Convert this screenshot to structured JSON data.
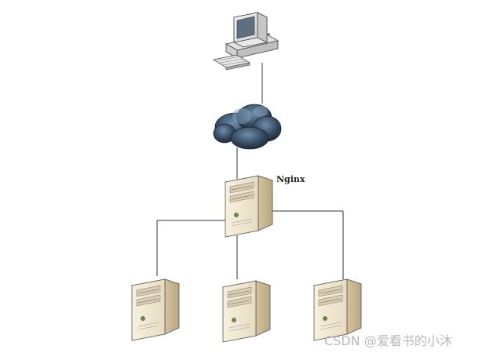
{
  "diagram": {
    "nodes": [
      {
        "id": "client",
        "icon": "desktop-computer-icon"
      },
      {
        "id": "internet",
        "icon": "cloud-icon"
      },
      {
        "id": "nginx",
        "icon": "server-tower-icon",
        "label": "Nginx"
      },
      {
        "id": "server-1",
        "icon": "server-tower-icon"
      },
      {
        "id": "server-2",
        "icon": "server-tower-icon"
      },
      {
        "id": "server-3",
        "icon": "server-tower-icon"
      }
    ],
    "edges": [
      {
        "from": "client",
        "to": "internet"
      },
      {
        "from": "internet",
        "to": "nginx"
      },
      {
        "from": "nginx",
        "to": "server-1"
      },
      {
        "from": "nginx",
        "to": "server-2"
      },
      {
        "from": "nginx",
        "to": "server-3"
      }
    ],
    "colors": {
      "line": "#333333",
      "server_body": "#efe6d2",
      "server_side": "#c9b991",
      "cloud": "#3d556e"
    }
  },
  "watermark": "CSDN @爱看书的小沐"
}
